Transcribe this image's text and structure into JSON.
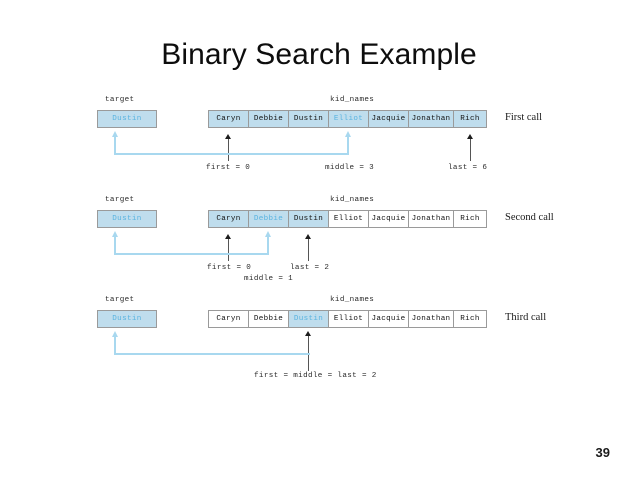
{
  "slide": {
    "title": "Binary Search Example",
    "page_number": "39",
    "accent_color": "#a8d8ef",
    "cell_fill_color": "#bfdded",
    "highlight_text_color": "#5ab4e0",
    "border_color": "#9a9a9a"
  },
  "labels": {
    "target": "target",
    "array_name": "kid_names"
  },
  "array_items": [
    "Caryn",
    "Debbie",
    "Dustin",
    "Elliot",
    "Jacquie",
    "Jonathan",
    "Rich"
  ],
  "calls": [
    {
      "caption": "First call",
      "target_value": "Dustin",
      "shaded_indices": [
        0,
        1,
        2,
        3,
        4,
        5,
        6
      ],
      "highlight_index": 3,
      "pointers": [
        {
          "name": "first",
          "text": "first = 0",
          "index": 0
        },
        {
          "name": "middle",
          "text": "middle = 3",
          "index": 3
        },
        {
          "name": "last",
          "text": "last = 6",
          "index": 6
        }
      ]
    },
    {
      "caption": "Second call",
      "target_value": "Dustin",
      "shaded_indices": [
        0,
        1,
        2
      ],
      "highlight_index": 1,
      "pointers": [
        {
          "name": "first",
          "text": "first = 0",
          "index": 0
        },
        {
          "name": "middle",
          "text": "middle = 1",
          "index": 1
        },
        {
          "name": "last",
          "text": "last = 2",
          "index": 2
        }
      ]
    },
    {
      "caption": "Third call",
      "target_value": "Dustin",
      "shaded_indices": [
        2
      ],
      "highlight_index": 2,
      "pointers": [
        {
          "name": "all",
          "text": "first = middle = last = 2",
          "index": 2
        }
      ]
    }
  ]
}
